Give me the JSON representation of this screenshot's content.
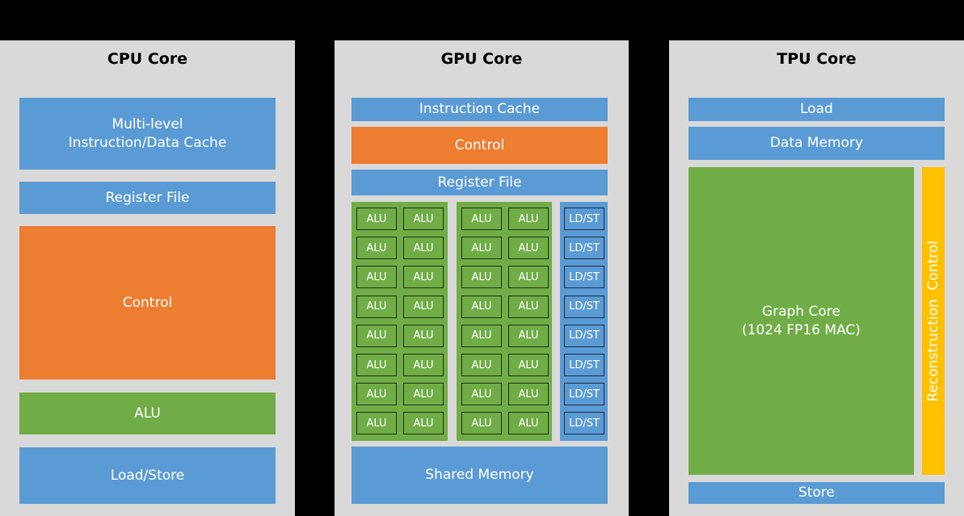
{
  "colors": {
    "memory": "#5b9bd5",
    "control": "#ed7d31",
    "compute": "#70ad47",
    "reconstruction": "#ffc000",
    "panel": "#d9d9d9"
  },
  "cpu": {
    "title": "CPU Core",
    "cache": "Multi-level\nInstruction/Data Cache",
    "register": "Register File",
    "control": "Control",
    "alu": "ALU",
    "loadstore": "Load/Store"
  },
  "gpu": {
    "title": "GPU Core",
    "icache": "Instruction Cache",
    "control": "Control",
    "register": "Register File",
    "alu_label": "ALU",
    "ldst_label": "LD/ST",
    "shared": "Shared Memory",
    "rows": 8,
    "alu_groups": 2,
    "alus_per_group_row": 2
  },
  "tpu": {
    "title": "TPU Core",
    "load": "Load",
    "data_memory": "Data Memory",
    "graph_core": "Graph Core\n(1024 FP16 MAC)",
    "reconstruction": "Reconstruction  Control",
    "store": "Store"
  }
}
